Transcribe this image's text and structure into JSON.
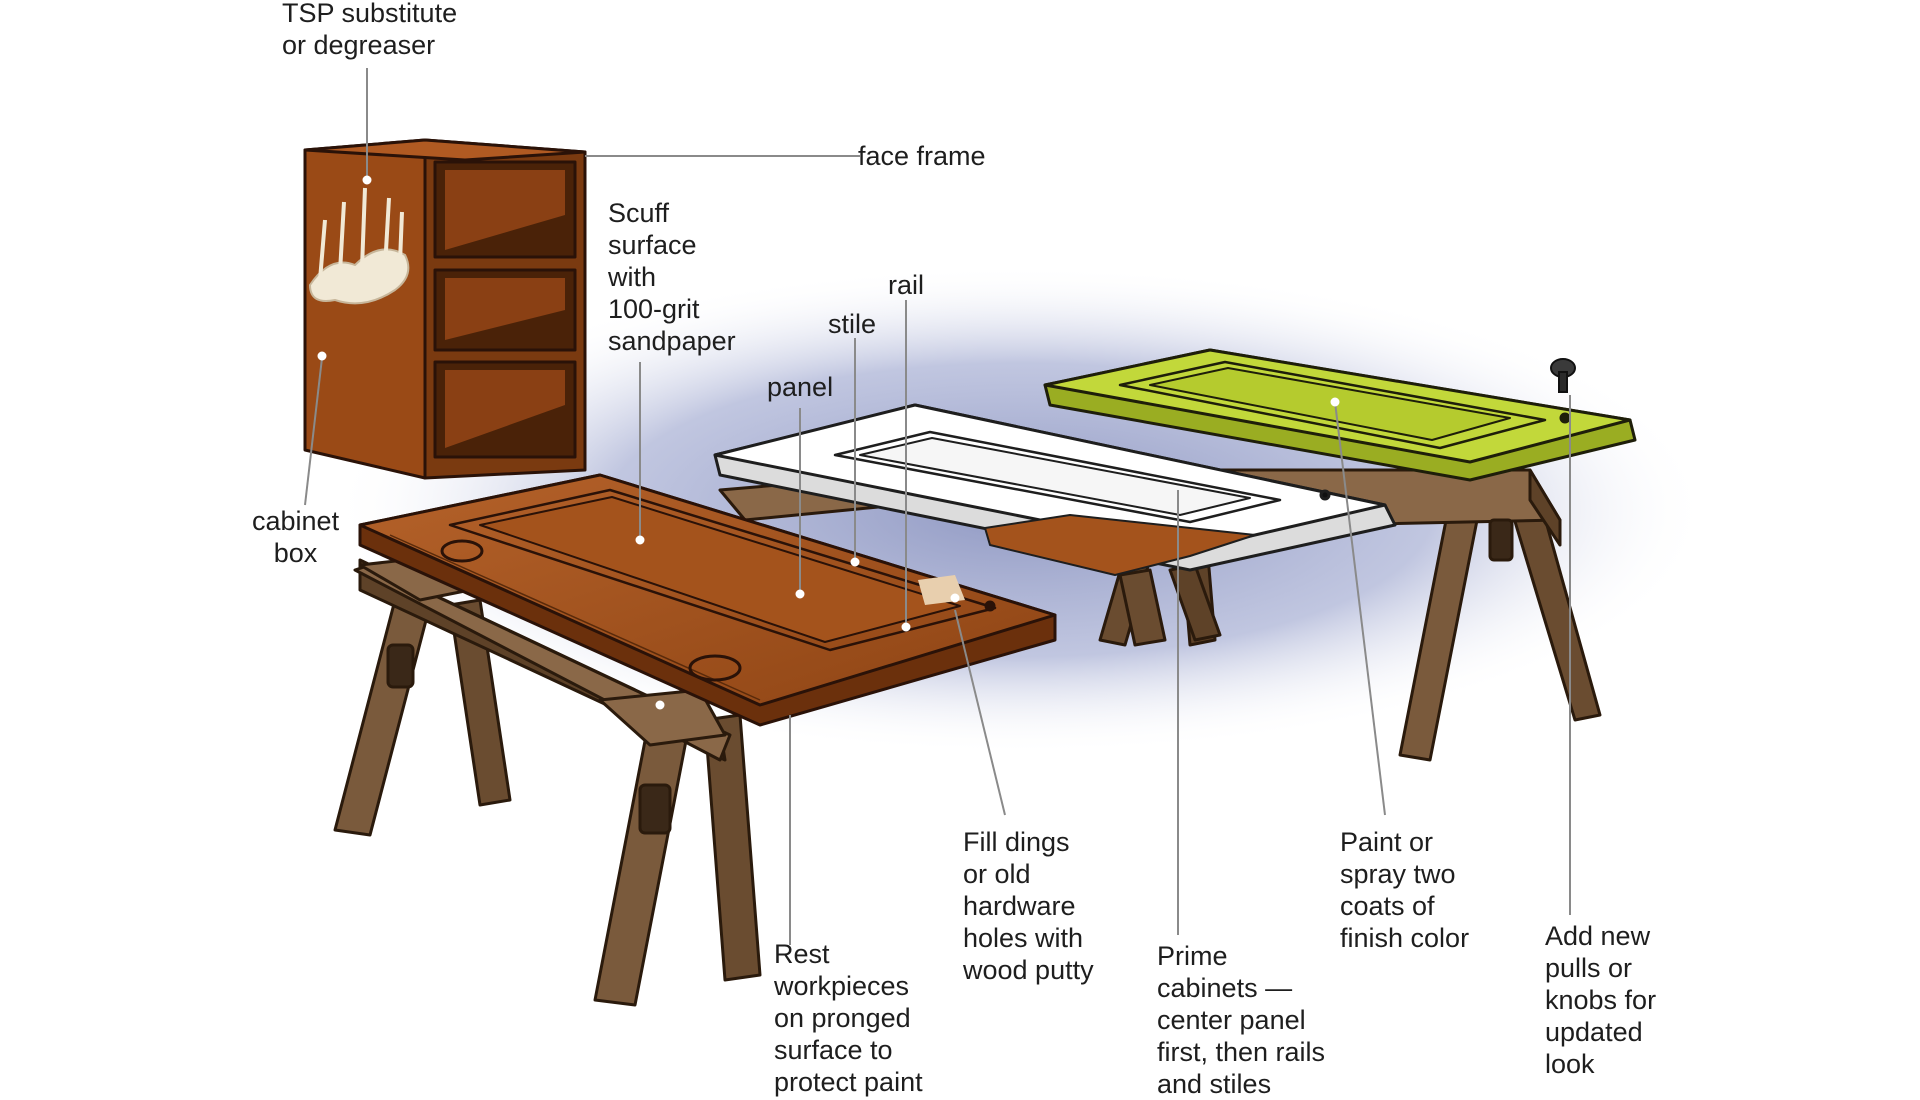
{
  "labels": {
    "tsp": "TSP substitute\nor degreaser",
    "face_frame": "face frame",
    "scuff": "Scuff\nsurface\nwith\n100-grit\nsandpaper",
    "rail": "rail",
    "stile": "stile",
    "panel": "panel",
    "cabinet_box": "cabinet\nbox",
    "rest": "Rest\nworkpieces\non pronged\nsurface to\nprotect paint",
    "fill": "Fill dings\nor old\nhardware\nholes with\nwood putty",
    "prime": "Prime\ncabinets —\ncenter panel\nfirst, then rails\nand stiles",
    "paint": "Paint or\nspray two\ncoats of\nfinish color",
    "pulls": "Add new\npulls or\nknobs for\nupdated\nlook"
  },
  "colors": {
    "wood": "#a4531c",
    "wood_dark": "#6b300c",
    "sawhorse": "#7a5a3c",
    "primer": "#ffffff",
    "finish": "#c2d83a",
    "shadow": "#9aa3c7",
    "leader": "#8a8a8a"
  }
}
